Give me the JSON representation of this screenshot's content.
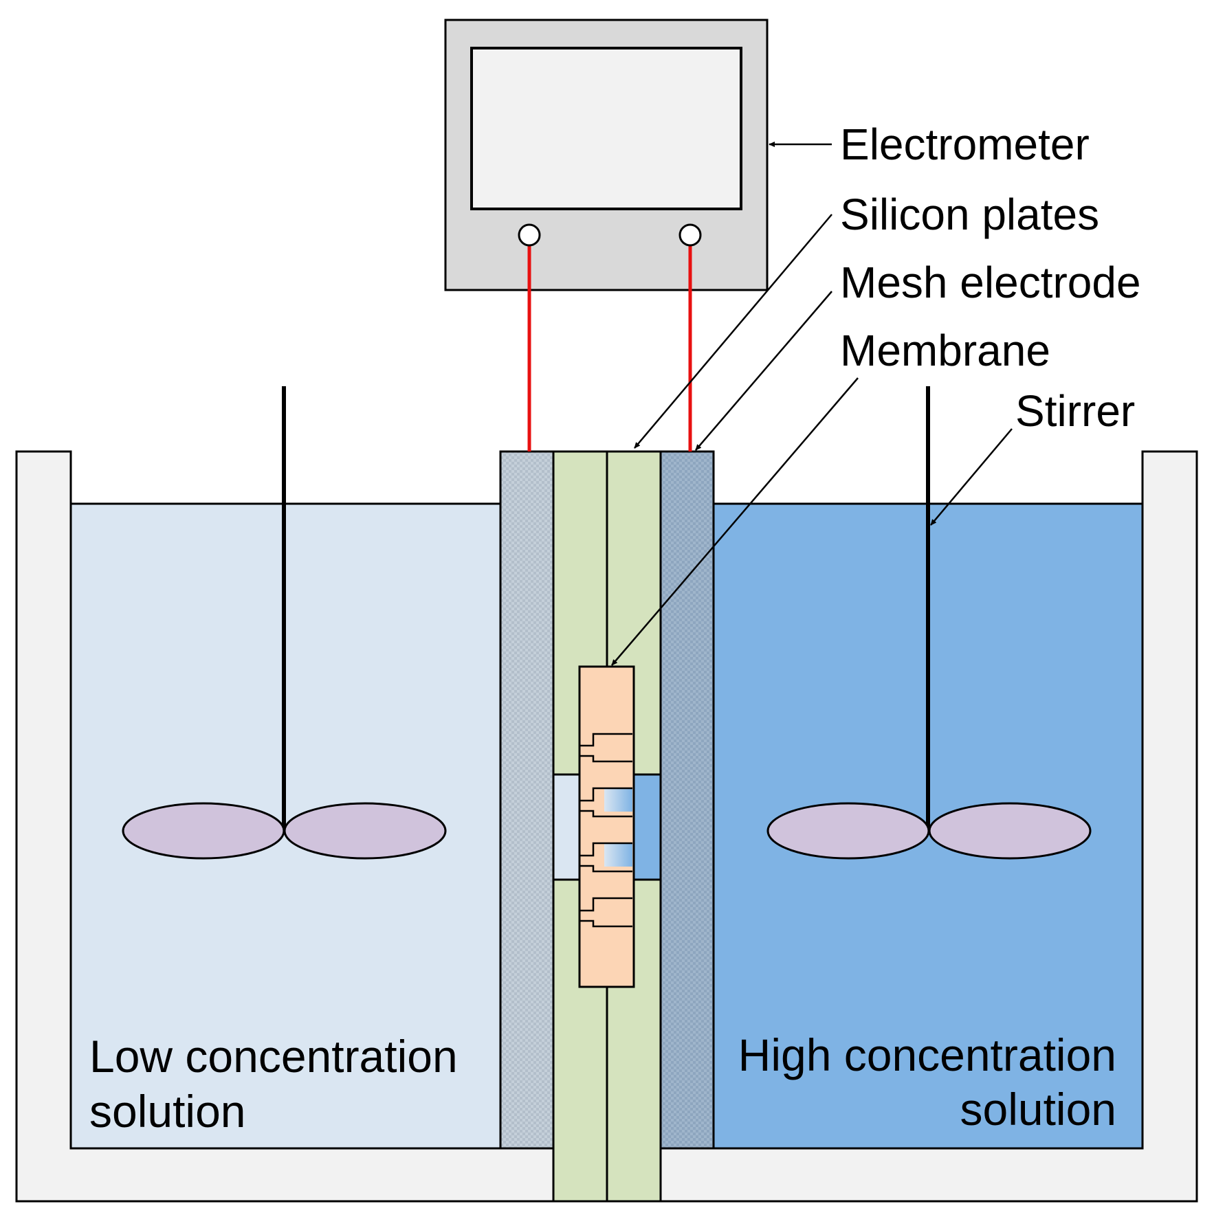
{
  "labels": {
    "electrometer": "Electrometer",
    "silicon_plates": "Silicon plates",
    "mesh_electrode": "Mesh electrode",
    "membrane": "Membrane",
    "stirrer": "Stirrer",
    "low_solution_line1": "Low concentration",
    "low_solution_line2": "solution",
    "high_solution_line1": "High concentration",
    "high_solution_line2": "solution"
  },
  "colors": {
    "low_solution": "#DAE6F2",
    "high_solution": "#7FB3E4",
    "tank": "#F2F2F2",
    "silicon_plate": "#D5E3BE",
    "mesh_electrode": "#C2CCD6",
    "membrane_holder": "#FCD5B5",
    "impeller": "#D0C3DC",
    "electrometer_body": "#D9D9D9",
    "electrometer_screen": "#F2F2F2",
    "lead_wire": "#E81010"
  }
}
